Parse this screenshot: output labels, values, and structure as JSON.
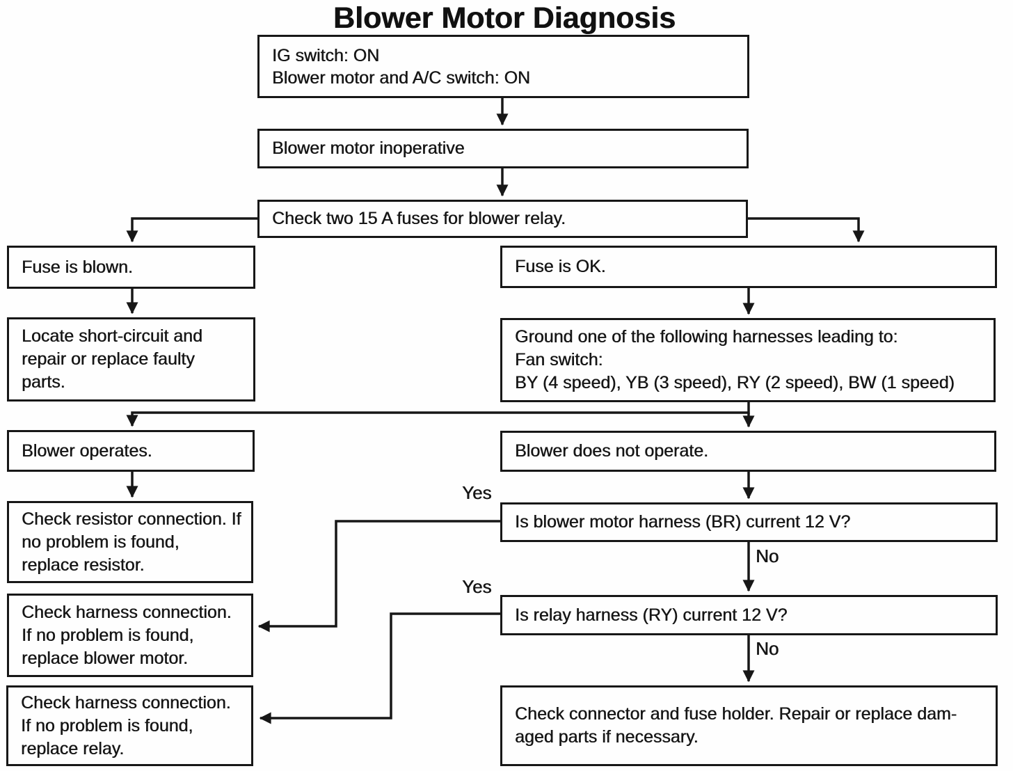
{
  "title": "Blower Motor Diagnosis",
  "flow": {
    "start": {
      "line1": "IG switch: ON",
      "line2": "Blower motor and A/C switch: ON"
    },
    "inoperative": {
      "line1": "Blower motor inoperative"
    },
    "check_fuses": {
      "line1": "Check two 15 A fuses for blower relay."
    },
    "fuse_blown": {
      "line1": "Fuse is blown."
    },
    "fuse_ok": {
      "line1": "Fuse is OK."
    },
    "locate_short": {
      "line1": "Locate short-circuit and",
      "line2": "repair or replace faulty",
      "line3": "parts."
    },
    "ground_harness": {
      "line1": "Ground one of the following harnesses leading to:",
      "line2": "Fan switch:",
      "line3": "BY (4 speed), YB (3 speed), RY (2 speed), BW (1 speed)"
    },
    "blower_operates": {
      "line1": "Blower operates."
    },
    "blower_not_operate": {
      "line1": "Blower does not operate."
    },
    "check_resistor": {
      "line1": "Check resistor connection. If",
      "line2": "no problem is found,",
      "line3": "replace resistor."
    },
    "motor_harness_12v": {
      "line1": "Is blower motor harness (BR) current 12 V?"
    },
    "check_harness_motor": {
      "line1": "Check harness connection.",
      "line2": "If no problem is found,",
      "line3": "replace blower motor."
    },
    "relay_harness_12v": {
      "line1": "Is relay harness (RY) current 12 V?"
    },
    "check_harness_relay": {
      "line1": "Check harness connection.",
      "line2": "If no problem is found,",
      "line3": "replace relay."
    },
    "check_connector": {
      "line1": "Check connector and fuse holder. Repair or replace dam-",
      "line2": "aged parts if necessary."
    }
  },
  "edge_labels": {
    "yes_motor": "Yes",
    "no_motor": "No",
    "yes_relay": "Yes",
    "no_relay": "No"
  },
  "colors": {
    "ink": "#171717",
    "paper": "#fefefe"
  }
}
